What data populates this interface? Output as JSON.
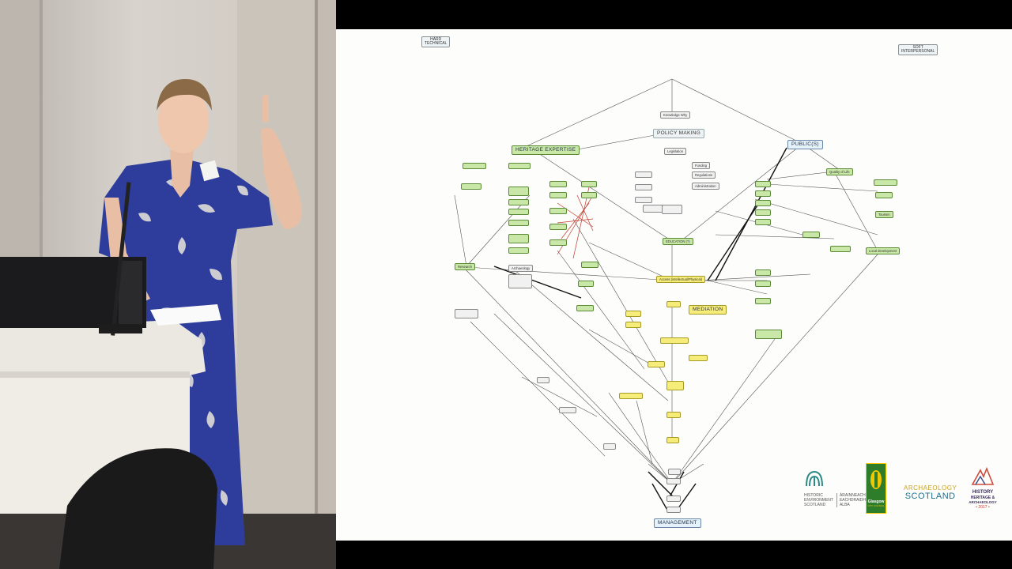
{
  "slide": {
    "corner_tags": {
      "left": "HARD\nTECHNICAL",
      "right": "SOFT\nINTERPERSONAL"
    },
    "hubs": {
      "policy_making": "POLICY MAKING",
      "heritage_expertise": "HERITAGE EXPERTISE",
      "publics": "PUBLIC(S)",
      "mediation": "MEDIATION",
      "management": "MANAGEMENT"
    },
    "small_labels": {
      "education": "EDUCATION (?)",
      "local_development": "Local development",
      "quality_of_life": "Quality of Life",
      "tourism": "Tourism",
      "research": "Research",
      "archaeology_groups": "Archaeology",
      "legislation": "Legislation",
      "funding": "Funding",
      "regulations": "Regulations",
      "admin": "Administration",
      "knowledge": "Knowledge Why",
      "access": "Access (intellectual/Physical)"
    }
  },
  "logos": {
    "hes": "HISTORIC\nENVIRONMENT\nSCOTLAND",
    "hes_gaelic": "ÀRAINNEACHD\nEACHDRAIDHEIL\nALBA",
    "glasgow": "Glasgow",
    "glasgow_sub": "CITY COUNCIL",
    "arch_scot_top": "ARCHAEOLOGY",
    "arch_scot_bottom": "SCOTLAND",
    "hha_1": "HISTORY",
    "hha_2": "HERITAGE &",
    "hha_3": "ARCHAEOLOGY",
    "hha_year": "• 2017 •"
  },
  "colors": {
    "accent_green": "#c9e8a7",
    "accent_yellow": "#f5ec7a",
    "teal": "#2b8a86"
  }
}
